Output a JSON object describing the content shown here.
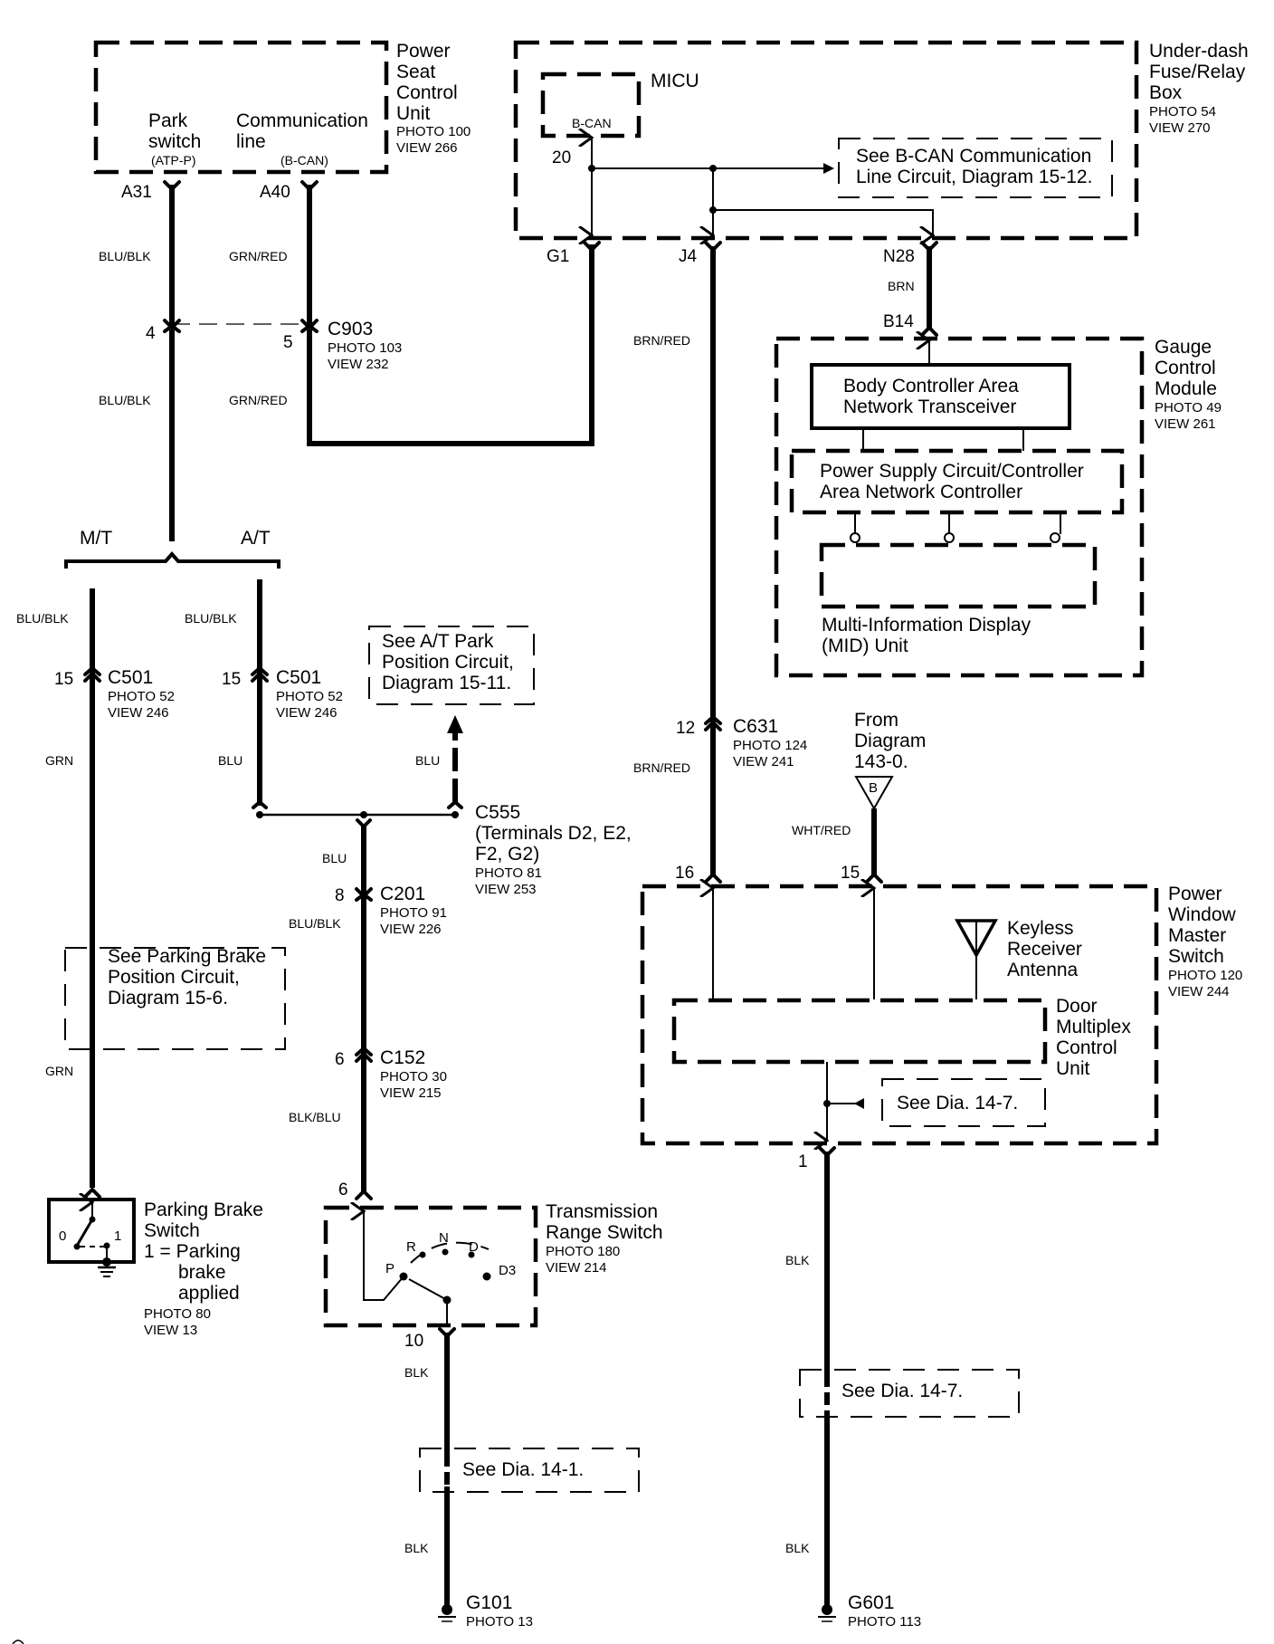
{
  "components": {
    "power_seat_control_unit": {
      "title": [
        "Power",
        "Seat",
        "Control",
        "Unit"
      ],
      "photo": "PHOTO 100",
      "view": "VIEW 266",
      "park_switch": [
        "Park",
        "switch"
      ],
      "park_switch_sub": "(ATP-P)",
      "comm_line": [
        "Communication",
        "line"
      ],
      "comm_line_sub": "(B-CAN)"
    },
    "under_dash_fuse_box": {
      "title": [
        "Under-dash",
        "Fuse/Relay",
        "Box"
      ],
      "photo": "PHOTO 54",
      "view": "VIEW 270"
    },
    "micu": {
      "title": "MICU",
      "inner": "B-CAN",
      "pin": "20"
    },
    "gauge_control_module": {
      "title": [
        "Gauge",
        "Control",
        "Module"
      ],
      "photo": "PHOTO 49",
      "view": "VIEW 261",
      "transceiver": [
        "Body Controller Area",
        "Network Transceiver"
      ],
      "power_supply": [
        "Power Supply Circuit/Controller",
        "Area Network Controller"
      ],
      "mid": [
        "Multi-Information Display",
        "(MID) Unit"
      ]
    },
    "power_window_master_switch": {
      "title": [
        "Power",
        "Window",
        "Master",
        "Switch"
      ],
      "photo": "PHOTO 120",
      "view": "VIEW 244",
      "antenna": [
        "Keyless",
        "Receiver",
        "Antenna"
      ],
      "door_multiplex": [
        "Door",
        "Multiplex",
        "Control",
        "Unit"
      ]
    },
    "parking_brake_switch": {
      "title": [
        "Parking Brake",
        "Switch"
      ],
      "note": [
        "1 = Parking",
        "brake",
        "applied"
      ],
      "photo": "PHOTO 80",
      "view": "VIEW 13",
      "pos0": "0",
      "pos1": "1"
    },
    "transmission_range_switch": {
      "title": [
        "Transmission",
        "Range Switch"
      ],
      "photo": "PHOTO 180",
      "view": "VIEW 214",
      "positions": [
        "P",
        "R",
        "N",
        "D",
        "D3"
      ]
    }
  },
  "pins": {
    "A31": "A31",
    "A40": "A40",
    "G1": "G1",
    "J4": "J4",
    "N28": "N28",
    "B14": "B14",
    "c903_4": "4",
    "c903_5": "5",
    "c501_mt": "15",
    "c501_at": "15",
    "c201": "8",
    "c152": "6",
    "trs_in": "6",
    "trs_out": "10",
    "c631": "12",
    "pw16": "16",
    "pw15": "15",
    "pw1": "1"
  },
  "connectors": {
    "C903": {
      "name": "C903",
      "photo": "PHOTO 103",
      "view": "VIEW 232"
    },
    "C501a": {
      "name": "C501",
      "photo": "PHOTO 52",
      "view": "VIEW 246"
    },
    "C501b": {
      "name": "C501",
      "photo": "PHOTO 52",
      "view": "VIEW 246"
    },
    "C555": {
      "name": "C555",
      "detail": [
        "(Terminals D2, E2,",
        "F2, G2)"
      ],
      "photo": "PHOTO 81",
      "view": "VIEW 253"
    },
    "C201": {
      "name": "C201",
      "photo": "PHOTO 91",
      "view": "VIEW 226"
    },
    "C152": {
      "name": "C152",
      "photo": "PHOTO 30",
      "view": "VIEW 215"
    },
    "C631": {
      "name": "C631",
      "photo": "PHOTO 124",
      "view": "VIEW 241"
    }
  },
  "grounds": {
    "G101": {
      "name": "G101",
      "photo": "PHOTO 13"
    },
    "G601": {
      "name": "G601",
      "photo": "PHOTO 113"
    }
  },
  "wire_colors": {
    "a31_top": "BLU/BLK",
    "a40_top": "GRN/RED",
    "a31_mid": "BLU/BLK",
    "a40_mid": "GRN/RED",
    "mt_top": "BLU/BLK",
    "at_top": "BLU/BLK",
    "mt_mid": "GRN",
    "mt_low": "GRN",
    "at_mid": "BLU",
    "c555_up": "BLU",
    "c201_top": "BLU",
    "c201_bot": "BLU/BLK",
    "c152_bot": "BLK/BLU",
    "trs_out1": "BLK",
    "trs_out2": "BLK",
    "j4_top": "BRN/RED",
    "j4_mid": "BRN/RED",
    "n28": "BRN",
    "from_b": "WHT/RED",
    "pw_out1": "BLK",
    "pw_out2": "BLK"
  },
  "branches": {
    "mt": "M/T",
    "at": "A/T"
  },
  "references": {
    "bcan": [
      "See B-CAN Communication",
      "Line Circuit, Diagram 15-12."
    ],
    "at_park": [
      "See A/T Park",
      "Position Circuit,",
      "Diagram 15-11."
    ],
    "parking_brake": [
      "See Parking Brake",
      "Position Circuit,",
      "Diagram 15-6."
    ],
    "dia_14_1": "See Dia. 14-1.",
    "dia_14_7_inner": "See Dia. 14-7.",
    "dia_14_7_outer": "See Dia. 14-7.",
    "from_diagram": [
      "From",
      "Diagram",
      "143-0."
    ],
    "from_diagram_tag": "B"
  }
}
